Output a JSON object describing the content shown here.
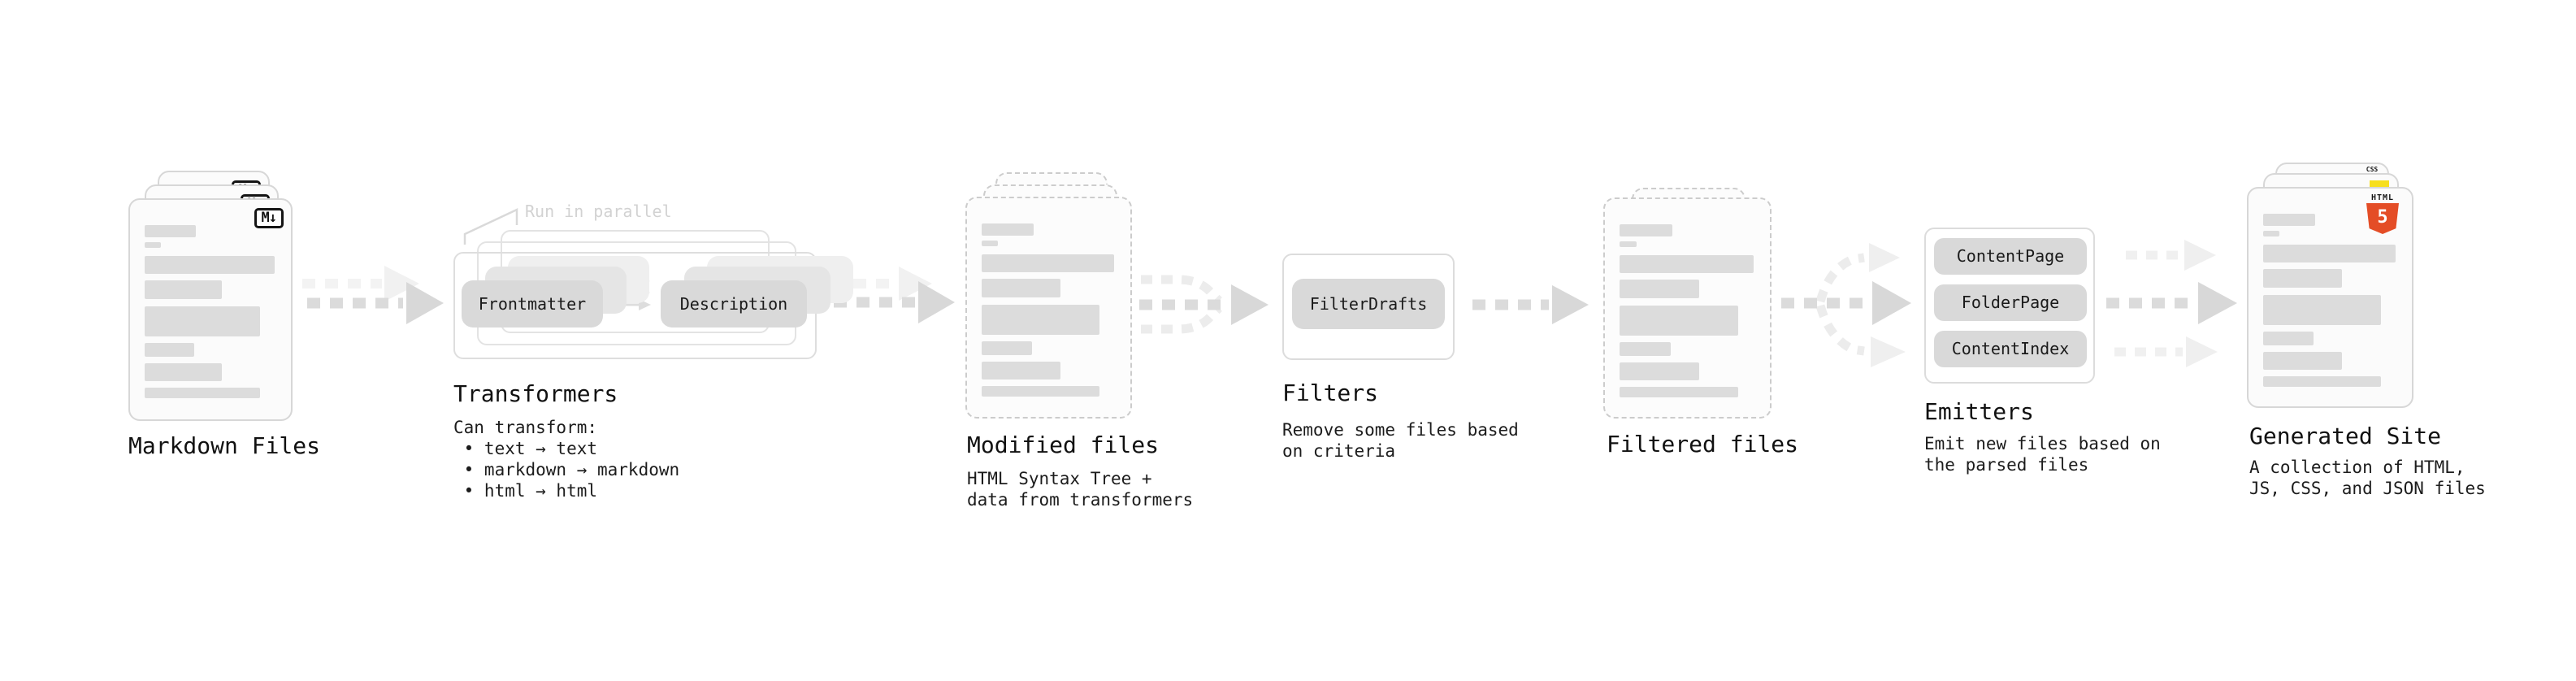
{
  "stages": {
    "markdown": {
      "label": "Markdown Files"
    },
    "transformers": {
      "label": "Transformers",
      "note": "Run in parallel",
      "buttons": [
        "Frontmatter",
        "Description"
      ],
      "description": "Can transform:\n • text → text\n • markdown → markdown\n • html → html"
    },
    "modified": {
      "label": "Modified files",
      "description": "HTML Syntax Tree +\ndata from transformers"
    },
    "filters": {
      "label": "Filters",
      "buttons": [
        "FilterDrafts"
      ],
      "description": "Remove some files based\non criteria"
    },
    "filtered": {
      "label": "Filtered files"
    },
    "emitters": {
      "label": "Emitters",
      "buttons": [
        "ContentPage",
        "FolderPage",
        "ContentIndex"
      ],
      "description": "Emit new files based on\nthe parsed files"
    },
    "generated": {
      "label": "Generated Site",
      "description": "A collection of HTML,\nJS, CSS, and JSON files"
    }
  },
  "icons": {
    "markdown": "M↓",
    "html5_label": "HTML",
    "html5_number": "5",
    "css_label": "CSS"
  },
  "colors": {
    "html5_orange": "#e44d26",
    "js_yellow": "#f7df1e",
    "css_blue": "#2962f1",
    "arrow_dark": "#dbdbdb",
    "arrow_light": "#f0f0f0",
    "skeleton_gray": "#dcdcdc"
  }
}
